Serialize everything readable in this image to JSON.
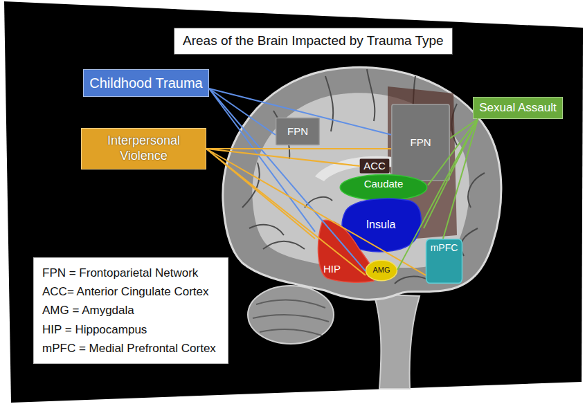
{
  "diagram": {
    "title": "Areas of the Brain Impacted by Trauma Type",
    "nodes": [
      {
        "text": [
          "Childhood Trauma"
        ]
      },
      {
        "text": [
          "Interpersonal Violence"
        ]
      },
      {
        "text": [
          "FPN"
        ]
      },
      {
        "text": [
          "FPN"
        ]
      },
      {
        "text": [
          "Sexual Assault"
        ]
      },
      {
        "text": [
          "ACC"
        ]
      },
      {
        "text": [
          "Caudate"
        ]
      },
      {
        "text": [
          "Insula"
        ]
      },
      {
        "text": [
          "HIP"
        ]
      },
      {
        "text": [
          "AMG"
        ]
      },
      {
        "text": [
          "mPFC"
        ]
      },
      {
        "text": [
          "FPN = Frontoparietal Network",
          "ACC= Anterior Cingulate Cortex",
          "AMG = Amygdala",
          "HIP = Hippocampus",
          "mPFC = Medial Prefrontal Cortex"
        ]
      }
    ],
    "edges": [
      {
        "from": 0,
        "to": 2,
        "arrow": "none"
      },
      {
        "from": 0,
        "to": 3,
        "arrow": "none"
      },
      {
        "from": 0,
        "to": 8,
        "arrow": "none"
      },
      {
        "from": 0,
        "to": 9,
        "arrow": "none"
      },
      {
        "from": 1,
        "to": 3,
        "arrow": "none"
      },
      {
        "from": 1,
        "to": 5,
        "arrow": "none"
      },
      {
        "from": 1,
        "to": 8,
        "arrow": "none"
      },
      {
        "from": 1,
        "to": 9,
        "arrow": "none"
      },
      {
        "from": 1,
        "to": 10,
        "arrow": "none"
      },
      {
        "from": 4,
        "to": 3,
        "arrow": "none"
      },
      {
        "from": 4,
        "to": 6,
        "arrow": "none"
      },
      {
        "from": 4,
        "to": 7,
        "arrow": "none"
      },
      {
        "from": 4,
        "to": 9,
        "arrow": "none"
      },
      {
        "from": 4,
        "to": 10,
        "arrow": "none"
      }
    ]
  }
}
